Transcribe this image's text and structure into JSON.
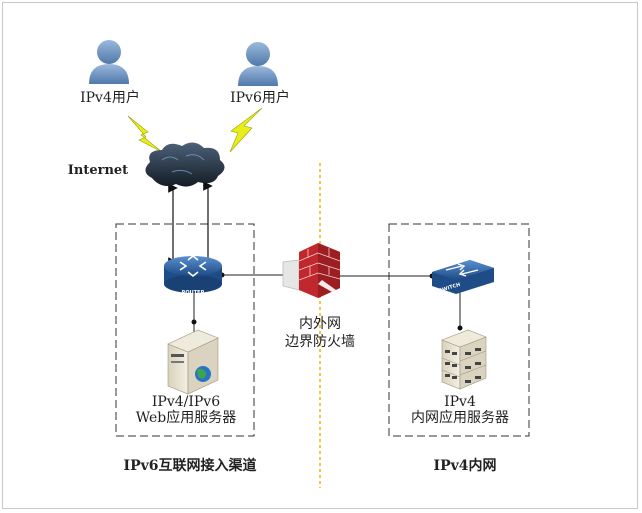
{
  "labels": {
    "ipv4_user": "IPv4用户",
    "ipv6_user": "IPv6用户",
    "internet": "Internet",
    "router_tag": "ROUTER",
    "switch_tag": "SWITCH",
    "firewall_line1": "内外网",
    "firewall_line2": "边界防火墙",
    "web_server_line1": "IPv4/IPv6",
    "web_server_line2": "Web应用服务器",
    "intranet_server_line1": "IPv4",
    "intranet_server_line2": "内网应用服务器",
    "zone_left": "IPv6互联网接入渠道",
    "zone_right": "IPv4内网"
  },
  "colors": {
    "user_icon": "#6f94c0",
    "router": "#2f67a8",
    "switch": "#2f67a8",
    "firewall": "#c0282e",
    "divider": "#f0b400",
    "lightning": "#e8ee1a",
    "cloud": "#2a3646"
  }
}
